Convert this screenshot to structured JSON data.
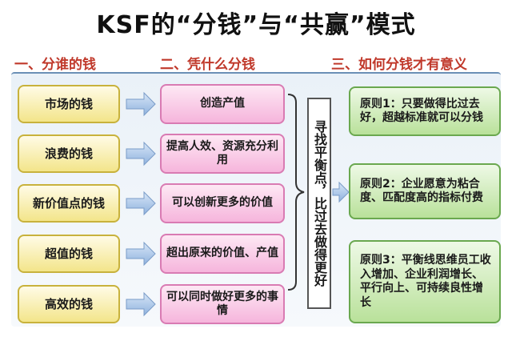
{
  "title": "KSF的“分钱”与“共赢”模式",
  "columns": {
    "col1": "一、分谁的钱",
    "col2": "二、凭什么分钱",
    "col3": "三、如何分钱才有意义"
  },
  "sources": [
    "市场的钱",
    "浪费的钱",
    "新价值点的钱",
    "超值的钱",
    "高效的钱"
  ],
  "reasons": [
    "创造产值",
    "提高人效、资源充分利用",
    "可以创新更多的价值",
    "超出原来的价值、产值",
    "可以同时做好更多的事情"
  ],
  "balance_text": "寻找平衡点，比过去做得更好",
  "rules": [
    "原则1：只要做得比过去好，超越标准就可以分钱",
    "原则2：企业愿意为粘合度、匹配度高的指标付费",
    "原则3：平衡线思维员工收入增加、企业利润增长、平行向上、可持续良性增长"
  ],
  "colors": {
    "title": "#111111",
    "column_heading": "#c0392b",
    "source_fill": "#f3e58a",
    "reason_fill": "#f6b5dc",
    "rule_fill": "#b9e19a",
    "arrow_fill": "#a9c4e6"
  }
}
